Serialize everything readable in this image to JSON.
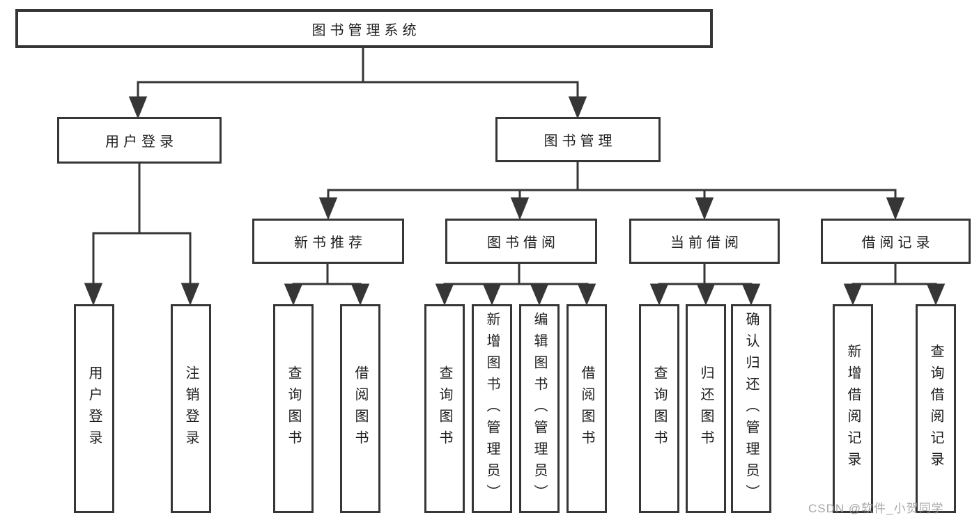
{
  "colors": {
    "line": "#363636",
    "box_border": "#363636",
    "text": "#1f1f1f",
    "background": "#ffffff",
    "watermark": "#969696"
  },
  "watermark": {
    "text": "CSDN @软件_小贺同学"
  },
  "diagram": {
    "root": {
      "label": "图书管理系统"
    },
    "branches": [
      {
        "label": "用户登录",
        "children": [
          {
            "label": "用户登录"
          },
          {
            "label": "注销登录"
          }
        ]
      },
      {
        "label": "图书管理",
        "children": [
          {
            "label": "新书推荐",
            "children": [
              {
                "label": "查询图书"
              },
              {
                "label": "借阅图书"
              }
            ]
          },
          {
            "label": "图书借阅",
            "children": [
              {
                "label": "查询图书"
              },
              {
                "label": "新增图书（管理员）"
              },
              {
                "label": "编辑图书（管理员）"
              },
              {
                "label": "借阅图书"
              }
            ]
          },
          {
            "label": "当前借阅",
            "children": [
              {
                "label": "查询图书"
              },
              {
                "label": "归还图书"
              },
              {
                "label": "确认归还（管理员）"
              }
            ]
          },
          {
            "label": "借阅记录",
            "children": [
              {
                "label": "新增借阅记录"
              },
              {
                "label": "查询借阅记录"
              }
            ]
          }
        ]
      }
    ]
  }
}
